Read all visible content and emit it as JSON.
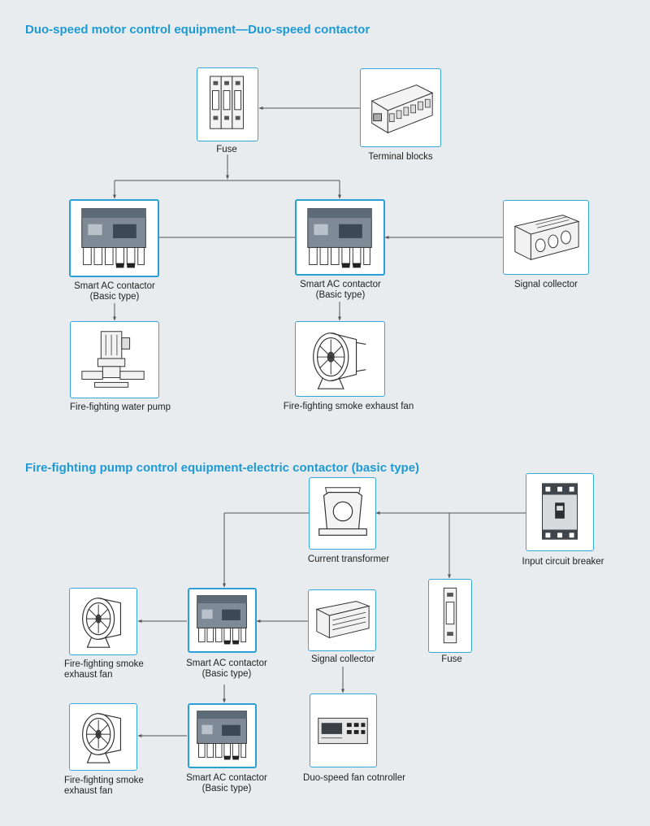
{
  "sections": {
    "duo_speed": {
      "title": "Duo-speed motor control equipment—Duo-speed contactor",
      "fuse": "Fuse",
      "terminal_blocks": "Terminal blocks",
      "contactor_left_line1": "Smart AC contactor",
      "contactor_left_line2": "(Basic type)",
      "contactor_right_line1": "Smart AC contactor",
      "contactor_right_line2": "(Basic type)",
      "signal_collector": "Signal collector",
      "water_pump": "Fire-fighting water pump",
      "smoke_fan": "Fire-fighting smoke exhaust fan"
    },
    "fire_pump": {
      "title": "Fire-fighting pump control equipment-electric contactor (basic type)",
      "current_transformer": "Current transformer",
      "input_breaker": "Input circuit breaker",
      "fan_top_line1": "Fire-fighting smoke",
      "fan_top_line2": "exhaust fan",
      "contactor_top_line1": "Smart AC contactor",
      "contactor_top_line2": "(Basic type)",
      "signal_collector": "Signal collector",
      "fuse": "Fuse",
      "fan_bottom_line1": "Fire-fighting smoke",
      "fan_bottom_line2": "exhaust fan",
      "contactor_bottom_line1": "Smart AC contactor",
      "contactor_bottom_line2": "(Basic type)",
      "fan_controller": "Duo-speed fan cotnroller"
    }
  },
  "colors": {
    "background": "#e9ecee",
    "accent": "#1d9ad6",
    "box_border": "#35a7dc",
    "connector": "#555555"
  },
  "icons": {
    "fuse": "fuse-block-icon",
    "terminal": "terminal-block-icon",
    "contactor": "contactor-icon",
    "collector": "signal-collector-icon",
    "pump": "water-pump-icon",
    "fan": "exhaust-fan-icon",
    "transformer": "current-transformer-icon",
    "breaker": "circuit-breaker-icon",
    "controller": "fan-controller-icon"
  }
}
